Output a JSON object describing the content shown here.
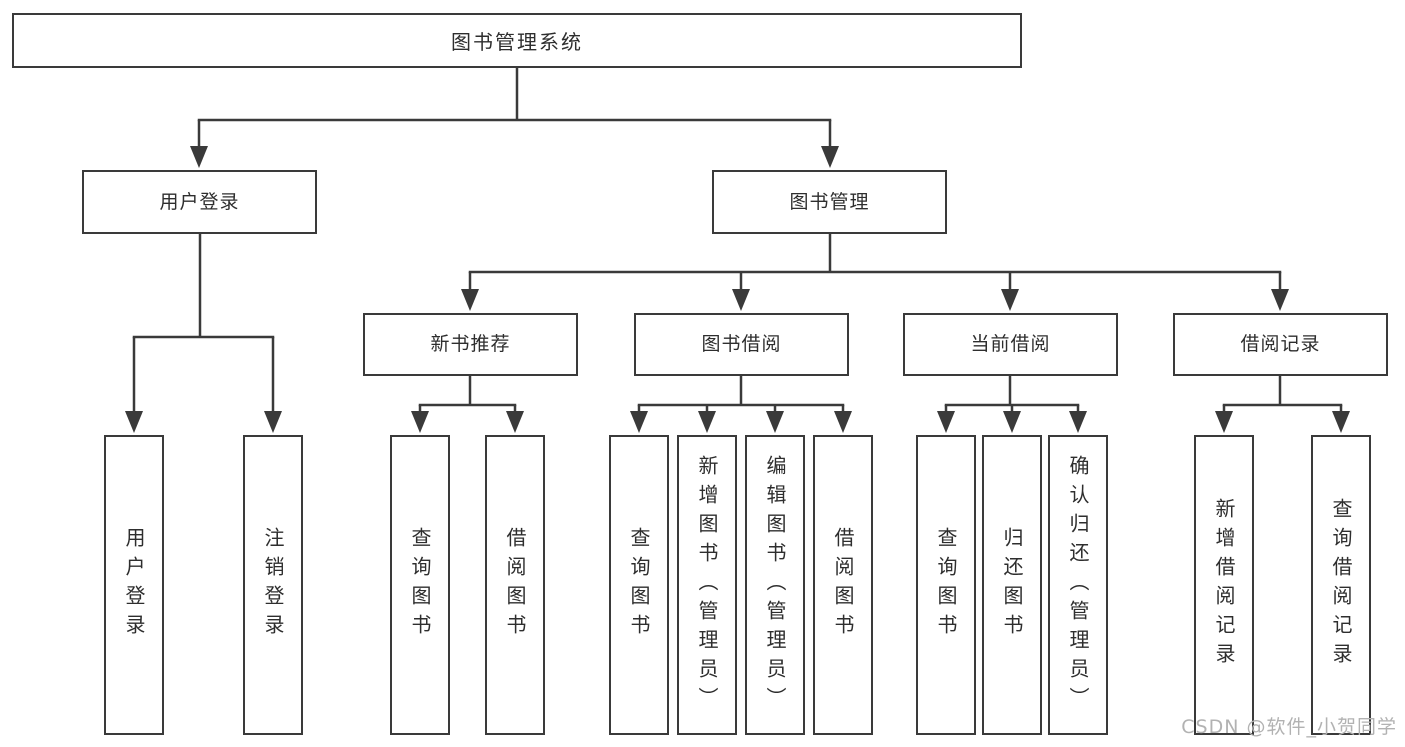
{
  "diagram": {
    "colors": {
      "line": "#3a3a3a",
      "box_border": "#3a3a3a",
      "text": "#2e2e2e",
      "background": "#ffffff",
      "watermark": "#b2b2b2"
    },
    "watermark": "CSDN @软件_小贺同学",
    "nodes": {
      "root": {
        "label": "图书管理系统"
      },
      "level2": {
        "user_login": {
          "label": "用户登录"
        },
        "book_mgmt": {
          "label": "图书管理"
        }
      },
      "level3": {
        "new_book_rec": {
          "label": "新书推荐"
        },
        "book_borrow": {
          "label": "图书借阅"
        },
        "current_borrow": {
          "label": "当前借阅"
        },
        "borrow_record": {
          "label": "借阅记录"
        }
      },
      "leaves": {
        "user_login": {
          "label": "用户登录"
        },
        "logout": {
          "label": "注销登录"
        },
        "query_book_1": {
          "label": "查询图书"
        },
        "borrow_book_1": {
          "label": "借阅图书"
        },
        "query_book_2": {
          "label": "查询图书"
        },
        "add_book": {
          "label": "新增图书（管理员）"
        },
        "edit_book": {
          "label": "编辑图书（管理员）"
        },
        "borrow_book_2": {
          "label": "借阅图书"
        },
        "query_book_3": {
          "label": "查询图书"
        },
        "return_book": {
          "label": "归还图书"
        },
        "confirm_return": {
          "label": "确认归还（管理员）"
        },
        "add_borrow_record": {
          "label": "新增借阅记录"
        },
        "query_borrow_record": {
          "label": "查询借阅记录"
        }
      }
    }
  }
}
